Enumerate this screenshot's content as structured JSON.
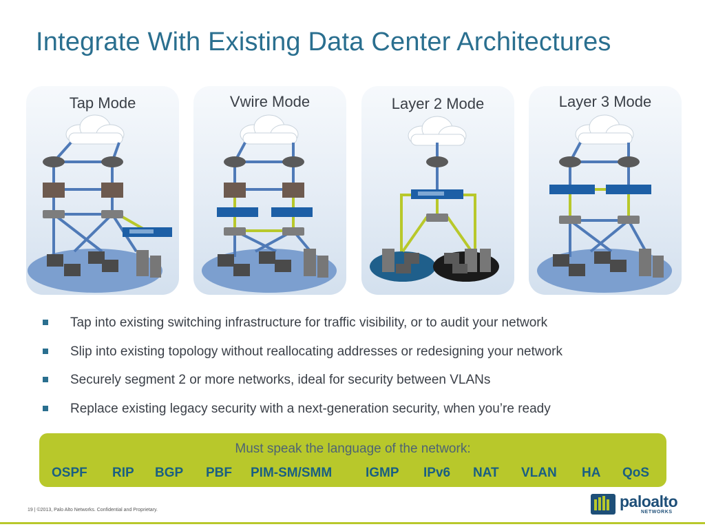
{
  "slide": {
    "title": "Integrate With Existing Data Center Architectures"
  },
  "panels": [
    {
      "title": "Tap Mode"
    },
    {
      "title": "Vwire Mode"
    },
    {
      "title": "Layer 2 Mode"
    },
    {
      "title": "Layer 3 Mode"
    }
  ],
  "bullets": [
    "Tap into existing switching infrastructure for traffic visibility, or to audit your network",
    "Slip into existing topology without reallocating addresses or redesigning your network",
    "Securely segment 2 or more networks, ideal for security between VLANs",
    "Replace existing legacy security with a next-generation security, when you’re ready"
  ],
  "protocols": {
    "title": "Must speak the language of the network:",
    "items": [
      "OSPF",
      "RIP",
      "BGP",
      "PBF",
      "PIM-SM/SMM",
      "IGMP",
      "IPv6",
      "NAT",
      "VLAN",
      "HA",
      "QoS"
    ]
  },
  "footer": {
    "text": "19  |  ©2013, Palo Alto Networks. Confidential and Proprietary."
  },
  "logo": {
    "word": "paloalto",
    "sub": "NETWORKS"
  },
  "colors": {
    "title": "#2a6f8f",
    "accent_green": "#b8c82b",
    "protocol_text": "#1a5f82",
    "link_blue": "#4f7ab7"
  }
}
